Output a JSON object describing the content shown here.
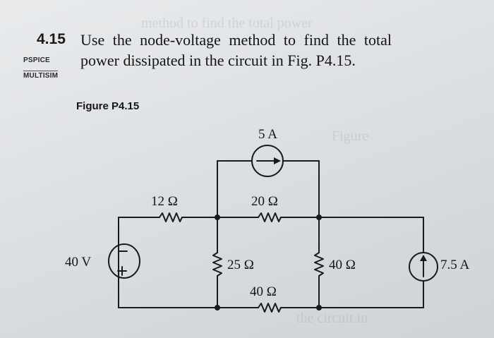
{
  "problem": {
    "number": "4.15",
    "line1": "Use the node-voltage method to find the total",
    "line2": "power dissipated in the circuit in Fig. P4.15.",
    "tags": [
      "PSPICE",
      "MULTISIM"
    ]
  },
  "figure": {
    "label": "Figure P4.15",
    "components": {
      "current_source_top": "5 A",
      "resistor_left": "12 Ω",
      "resistor_top_middle": "20 Ω",
      "voltage_source": "40 V",
      "resistor_vertical_middle": "25 Ω",
      "resistor_vertical_right": "40 Ω",
      "current_source_right": "7.5 A",
      "resistor_bottom": "40 Ω"
    }
  }
}
